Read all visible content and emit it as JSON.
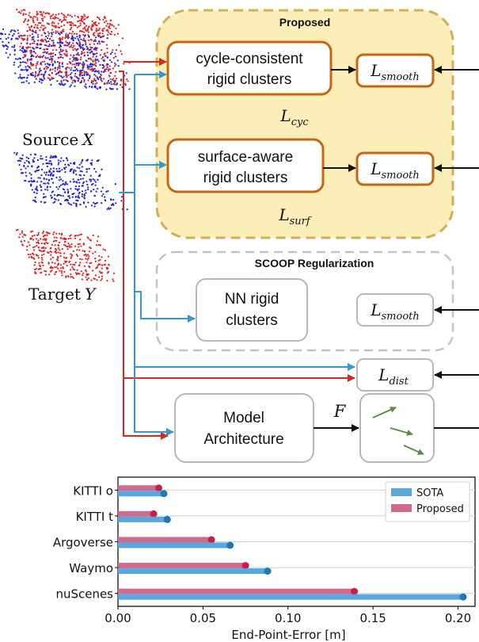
{
  "groups": {
    "proposed": "Proposed",
    "scoop": "SCOOP Regularization"
  },
  "inputs": {
    "source_label": "Source",
    "source_var": "X",
    "target_label": "Target",
    "target_var": "Y"
  },
  "boxes": {
    "cycle": [
      "cycle-consistent",
      "rigid clusters"
    ],
    "surface": [
      "surface-aware",
      "rigid clusters"
    ],
    "nn": [
      "NN rigid",
      "clusters"
    ],
    "model": [
      "Model",
      "Architecture"
    ]
  },
  "losses": {
    "script": "L",
    "smooth": "smooth",
    "cyc": "cyc",
    "surf": "surf",
    "dist": "dist"
  },
  "flow_symbol": "F",
  "colors": {
    "proposed_fill": "#fbeeb8",
    "proposed_border": "#d4ae55",
    "box_orange": "#c8650f",
    "box_gray": "#b8b8b8",
    "dashed_gray": "#c4c4c4",
    "arrow_blue": "#2f9ad6",
    "arrow_red": "#d62a1e",
    "arrow_black": "#111111",
    "flow_arrow": "#5a8a46",
    "points_blue": "#1f1fd6",
    "points_red": "#e02020",
    "sota": "#5aa7de",
    "sota_dot": "#1f77b4",
    "proposed_bar": "#d06a8f",
    "proposed_dot": "#c81e4a"
  },
  "chart_data": {
    "type": "bar",
    "orientation": "horizontal",
    "categories": [
      "KITTI o",
      "KITTI t",
      "Argoverse",
      "Waymo",
      "nuScenes"
    ],
    "series": [
      {
        "name": "SOTA",
        "values": [
          0.027,
          0.029,
          0.066,
          0.088,
          0.203
        ]
      },
      {
        "name": "Proposed",
        "values": [
          0.024,
          0.021,
          0.055,
          0.075,
          0.139
        ]
      }
    ],
    "xlabel": "End-Point-Error [m]",
    "xlim": [
      0.0,
      0.21
    ],
    "xticks": [
      "0.00",
      "0.05",
      "0.10",
      "0.15",
      "0.20"
    ],
    "grid": true,
    "legend": "top-right"
  }
}
